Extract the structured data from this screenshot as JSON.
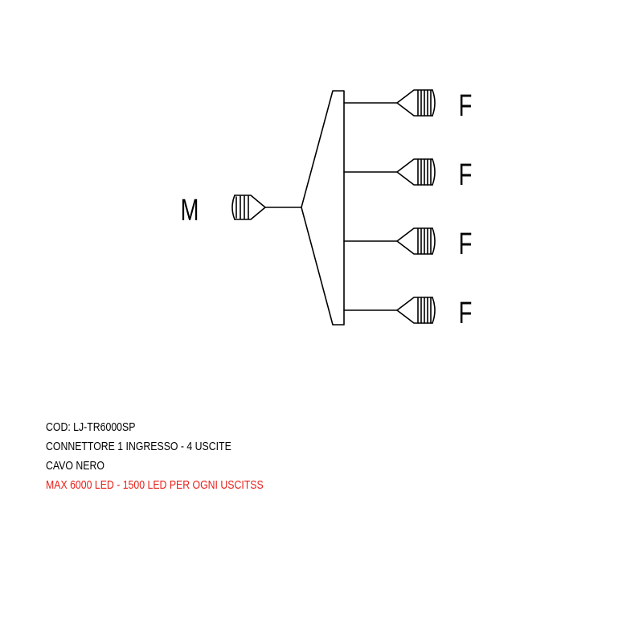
{
  "diagram": {
    "input_label": "M",
    "output_labels": [
      "F",
      "F",
      "F",
      "F"
    ]
  },
  "caption": {
    "code": "COD: LJ-TR6000SP",
    "description": "CONNETTORE 1 INGRESSO - 4 USCITE",
    "cable": "CAVO NERO",
    "limit": "MAX 6000 LED - 1500 LED PER OGNI USCITSS"
  },
  "colors": {
    "line": "#000000",
    "limit_text": "#e8201a"
  }
}
